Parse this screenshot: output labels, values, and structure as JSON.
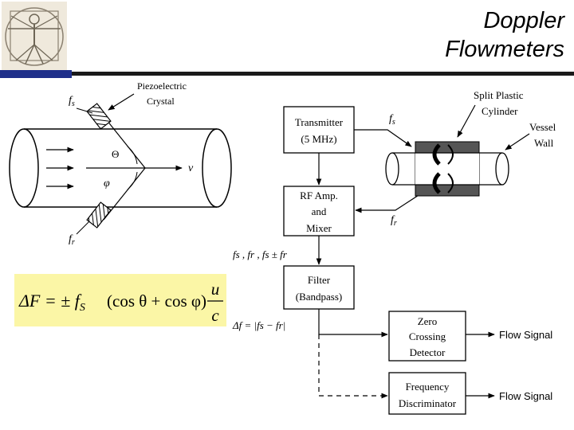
{
  "header": {
    "title_line1": "Doppler",
    "title_line2": "Flowmeters",
    "logo_icon": "vitruvian-man-icon",
    "accent_color": "#1f2f8a"
  },
  "left_diagram": {
    "crystal_label_1": "Piezoelectric",
    "crystal_label_2": "Crystal",
    "fs": "f",
    "fs_sub": "s",
    "fr": "f",
    "fr_sub": "r",
    "theta": "Θ",
    "phi": "φ",
    "velocity": "v"
  },
  "block_diagram": {
    "transmitter_1": "Transmitter",
    "transmitter_2": "(5 MHz)",
    "rf_1": "RF Amp.",
    "rf_2": "and",
    "rf_3": "Mixer",
    "filter_1": "Filter",
    "filter_2": "(Bandpass)",
    "zero_1": "Zero",
    "zero_2": "Crossing",
    "zero_3": "Detector",
    "freq_1": "Frequency",
    "freq_2": "Discriminator",
    "flow_signal_1": "Flow Signal",
    "flow_signal_2": "Flow Signal",
    "split_1": "Split Plastic",
    "split_2": "Cylinder",
    "vessel_1": "Vessel",
    "vessel_2": "Wall",
    "fs_label": "f",
    "fs_label_sub": "s",
    "fr_label": "f",
    "fr_label_sub": "r",
    "mixer_output": "fs , fr , fs ± fr",
    "delta_f": "Δf =  |fs − fr|"
  },
  "formula": {
    "lhs": "ΔF = ± f",
    "lhs_sub": "S",
    "body": "(cos θ + cos φ)",
    "num": "u",
    "den": "c",
    "bg_color": "#fbf6a6"
  }
}
